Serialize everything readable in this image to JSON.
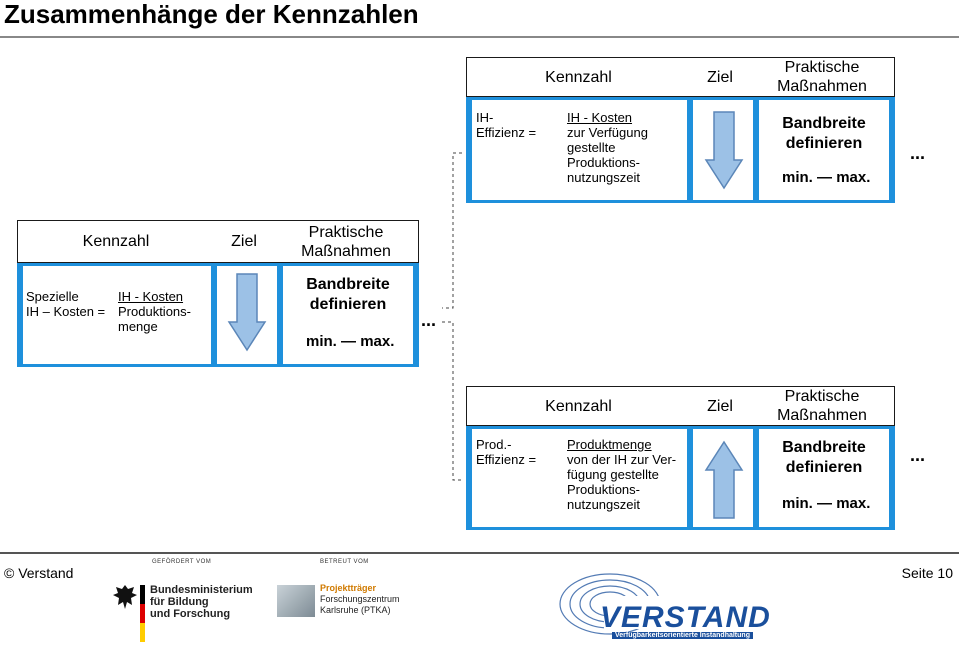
{
  "title": "Zusammenhänge der Kennzahlen",
  "headers": {
    "kennzahl": "Kennzahl",
    "ziel": "Ziel",
    "massnahmen_1": "Praktische",
    "massnahmen_2": "Maßnahmen"
  },
  "measure": {
    "line1": "Bandbreite",
    "line2": "definieren",
    "min": "min.",
    "max": "max."
  },
  "ellipsis": "...",
  "block_top": {
    "left_label": [
      "IH-",
      "Effizienz  ="
    ],
    "numerator": "IH - Kosten",
    "rest": [
      "zur Verfügung",
      "gestellte",
      "Produktions-",
      "nutzungszeit"
    ]
  },
  "block_mid": {
    "left_label": [
      "Spezielle",
      "IH – Kosten  ="
    ],
    "numerator": "IH - Kosten",
    "rest": [
      "Produktions-",
      "menge"
    ]
  },
  "block_bot": {
    "left_label": [
      "Prod.-",
      "Effizienz  ="
    ],
    "numerator": "Produktmenge",
    "rest": [
      "von der IH zur Ver-",
      "fügung gestellte",
      "Produktions-",
      "nutzungszeit"
    ]
  },
  "footer": {
    "copyright": "© Verstand",
    "page": "Seite 10",
    "gefoerdert": "GEFÖRDERT VOM",
    "betreut": "BETREUT VOM",
    "bmbf": [
      "Bundesministerium",
      "für Bildung",
      "und Forschung"
    ],
    "ptka": [
      "Projektträger",
      "Forschungszentrum",
      "Karlsruhe (PTKA)"
    ],
    "brand": "VERSTAND",
    "brand_sub": "Verfügbarkeitsorientierte Instandhaltung"
  },
  "colors": {
    "panel_blue": "#1e90dc",
    "arrow_fill": "#9cc1e6",
    "arrow_stroke": "#5b86b8",
    "brand_blue": "#1a4f9c",
    "brand_orange": "#f0a030"
  }
}
